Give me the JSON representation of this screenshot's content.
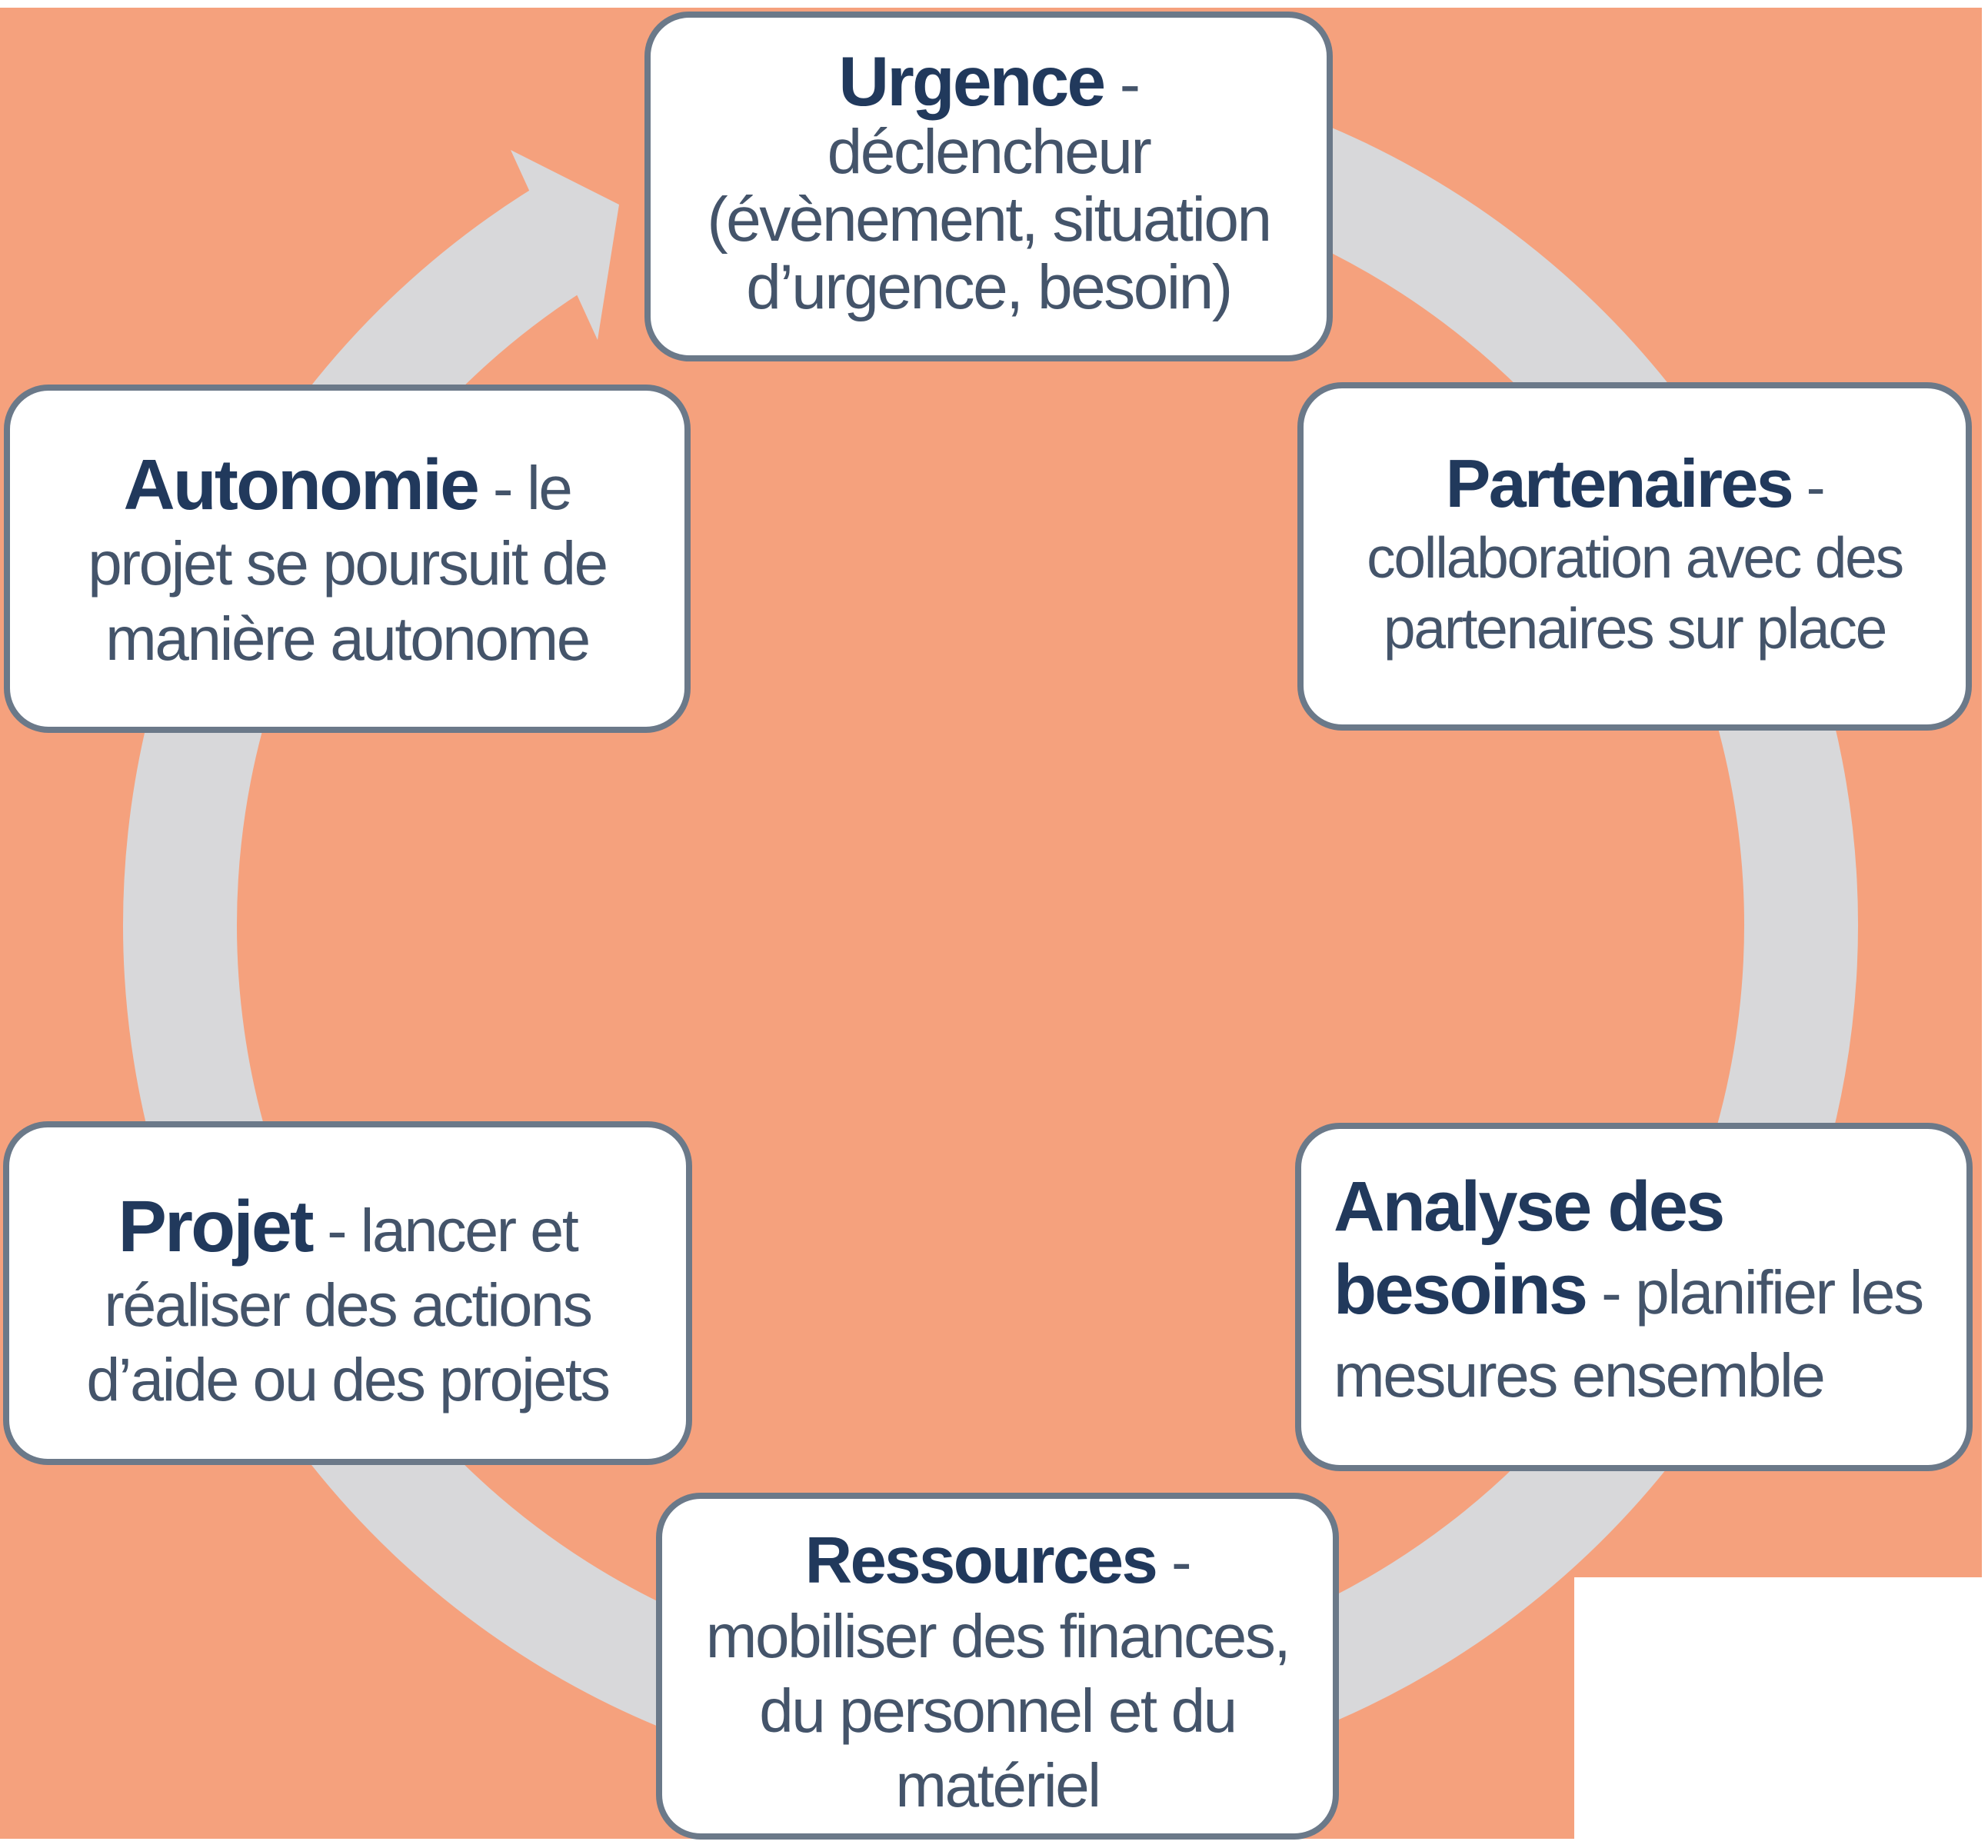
{
  "colors": {
    "salmon": "#F5A17D",
    "ring": "#D8D8DA",
    "border": "#6B7989",
    "title": "#21395C",
    "body": "#44546A"
  },
  "cycle": {
    "direction": "clockwise",
    "steps": [
      {
        "name": "urgence",
        "title": "Urgence",
        "description": "déclencheur (évènement, situation d’urgence, besoin)",
        "lines": [
          {
            "b": "Urgence",
            "r": " -"
          },
          {
            "r": "déclencheur"
          },
          {
            "r": "(évènement, situation"
          },
          {
            "r": "d’urgence, besoin)"
          }
        ]
      },
      {
        "name": "partenaires",
        "title": "Partenaires",
        "description": "collaboration avec des partenaires sur place",
        "lines": [
          {
            "b": "Partenaires",
            "r": " -"
          },
          {
            "r": "collaboration avec des"
          },
          {
            "r": "partenaires sur place"
          }
        ]
      },
      {
        "name": "analyse-des-besoins",
        "title": "Analyse des besoins",
        "description": "planifier les mesures ensemble",
        "lines": [
          {
            "b": "Analyse des"
          },
          {
            "b": "besoins",
            "r": " - planifier les"
          },
          {
            "r": "mesures ensemble"
          }
        ]
      },
      {
        "name": "ressources",
        "title": "Ressources",
        "description": "mobiliser des finances, du personnel et du matériel",
        "lines": [
          {
            "b": "Ressources",
            "r": " -"
          },
          {
            "r": "mobiliser des finances,"
          },
          {
            "r": "du personnel et du"
          },
          {
            "r": "matériel"
          }
        ]
      },
      {
        "name": "projet",
        "title": "Projet",
        "description": "lancer et réaliser des actions d’aide ou des projets",
        "lines": [
          {
            "b": "Projet",
            "r": " - lancer et"
          },
          {
            "r": "réaliser des actions"
          },
          {
            "r": "d’aide ou des projets"
          }
        ]
      },
      {
        "name": "autonomie",
        "title": "Autonomie",
        "description": "le projet se poursuit de manière autonome",
        "lines": [
          {
            "b": "Autonomie",
            "r": " - le"
          },
          {
            "r": "projet se poursuit de"
          },
          {
            "r": "manière autonome"
          }
        ]
      }
    ]
  }
}
